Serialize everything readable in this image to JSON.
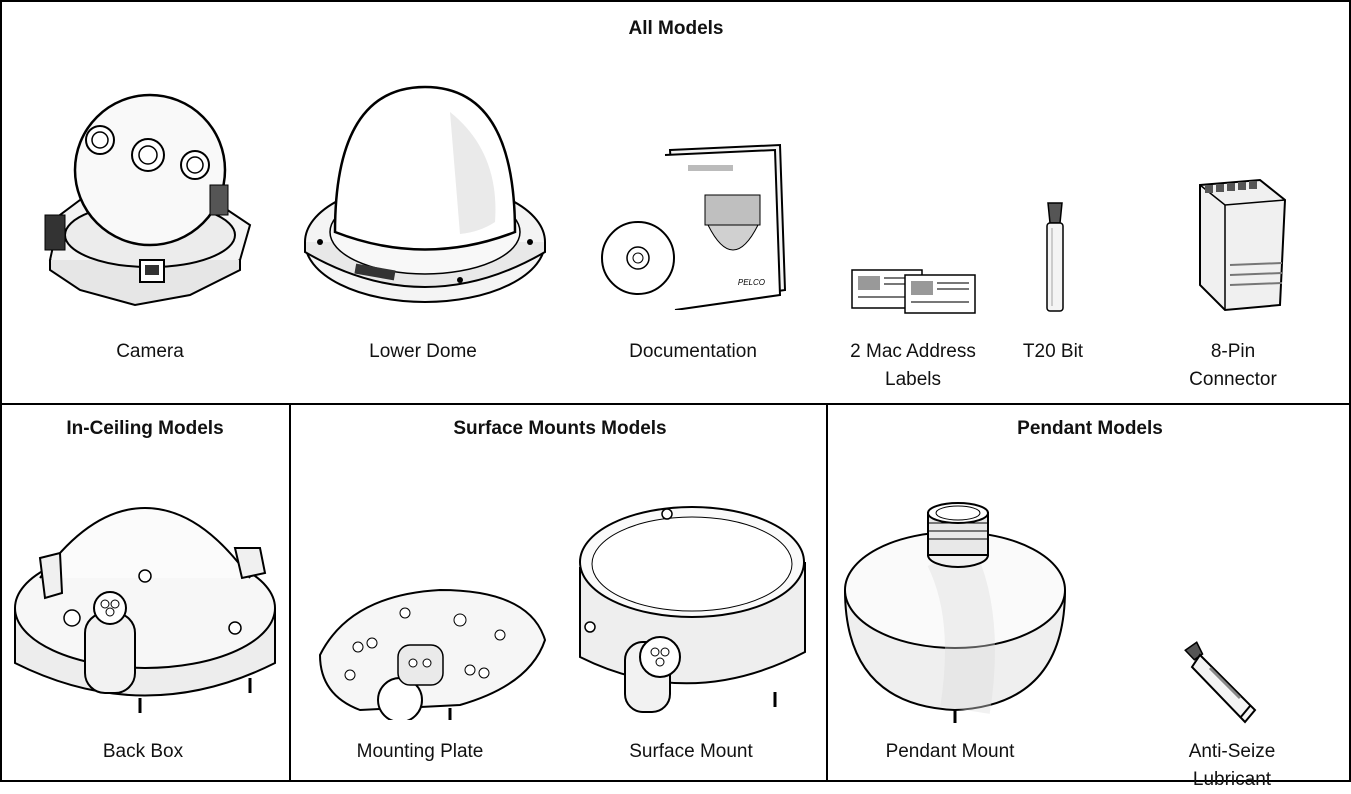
{
  "sections": {
    "all_models": {
      "title": "All Models",
      "items": [
        {
          "label": "Camera",
          "icon": "dome-camera-icon"
        },
        {
          "label": "Lower Dome",
          "icon": "lower-dome-icon"
        },
        {
          "label": "Documentation",
          "icon": "documentation-icon"
        },
        {
          "label": "2 Mac Address Labels",
          "icon": "mac-address-labels-icon"
        },
        {
          "label": "T20 Bit",
          "icon": "t20-bit-icon"
        },
        {
          "label": "8-Pin Connector",
          "icon": "connector-icon"
        }
      ]
    },
    "in_ceiling": {
      "title": "In-Ceiling Models",
      "items": [
        {
          "label": "Back Box",
          "icon": "back-box-icon"
        }
      ]
    },
    "surface_mounts": {
      "title": "Surface Mounts Models",
      "items": [
        {
          "label": "Mounting Plate",
          "icon": "mounting-plate-icon"
        },
        {
          "label": "Surface Mount",
          "icon": "surface-mount-icon"
        }
      ]
    },
    "pendant": {
      "title": "Pendant Models",
      "items": [
        {
          "label": "Pendant Mount",
          "icon": "pendant-mount-icon"
        },
        {
          "label": "Anti-Seize Lubricant",
          "icon": "lubricant-tube-icon"
        }
      ]
    }
  },
  "brand_text": "PELCO"
}
